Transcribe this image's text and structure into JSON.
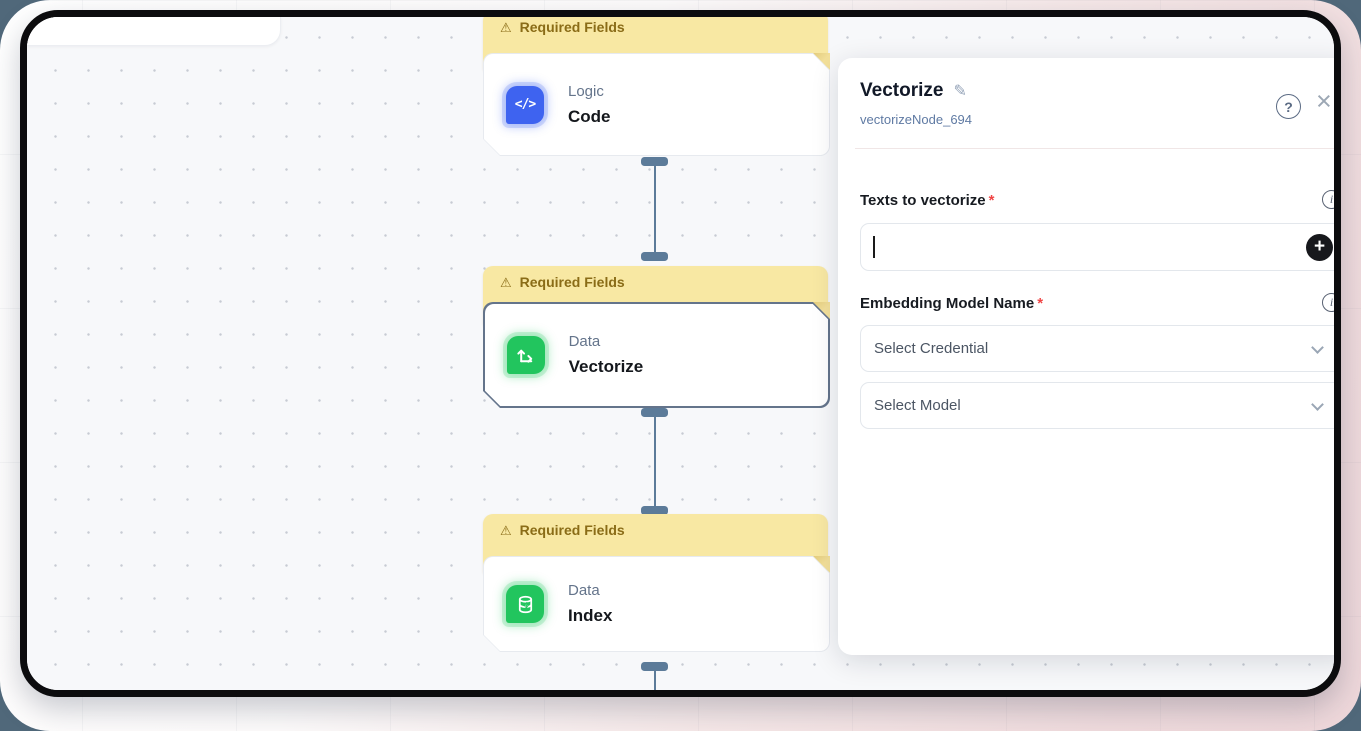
{
  "colors": {
    "accent_blue": "#3e63f0",
    "accent_green": "#22c55e",
    "warning_bg": "#f8e8a3",
    "warning_text": "#8a6c17",
    "edge_slate": "#5c7b99",
    "frame_black": "#0c0c0e",
    "outer_pink": "#eed7da",
    "outer_slate": "#50687a"
  },
  "icons": {
    "warning": "⚠",
    "edit": "✎",
    "help": "?",
    "close": "×",
    "info": "i",
    "add": "+",
    "code_glyph": "</>"
  },
  "canvas": {
    "nodes": [
      {
        "warning": "Required Fields",
        "category": "Logic",
        "name": "Code",
        "icon": "code-icon",
        "accent": "#3e63f0",
        "selected": false
      },
      {
        "warning": "Required Fields",
        "category": "Data",
        "name": "Vectorize",
        "icon": "vector-axis-icon",
        "accent": "#22c55e",
        "selected": true
      },
      {
        "warning": "Required Fields",
        "category": "Data",
        "name": "Index",
        "icon": "database-bolt-icon",
        "accent": "#22c55e",
        "selected": false
      }
    ]
  },
  "panel": {
    "title": "Vectorize",
    "subtitle": "vectorizeNode_694",
    "texts_field": {
      "label": "Texts to vectorize",
      "required_marker": "*",
      "value": ""
    },
    "embedding_field": {
      "label": "Embedding Model Name",
      "required_marker": "*",
      "credential_placeholder": "Select Credential",
      "model_placeholder": "Select Model"
    }
  }
}
